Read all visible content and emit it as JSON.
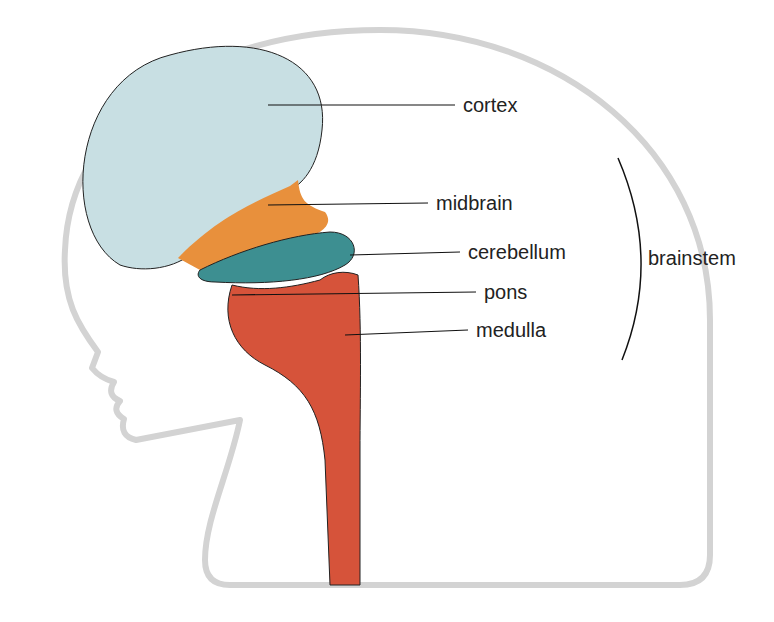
{
  "diagram": {
    "labels": [
      "cortex",
      "midbrain",
      "cerebellum",
      "pons",
      "medulla",
      "brainstem"
    ]
  }
}
